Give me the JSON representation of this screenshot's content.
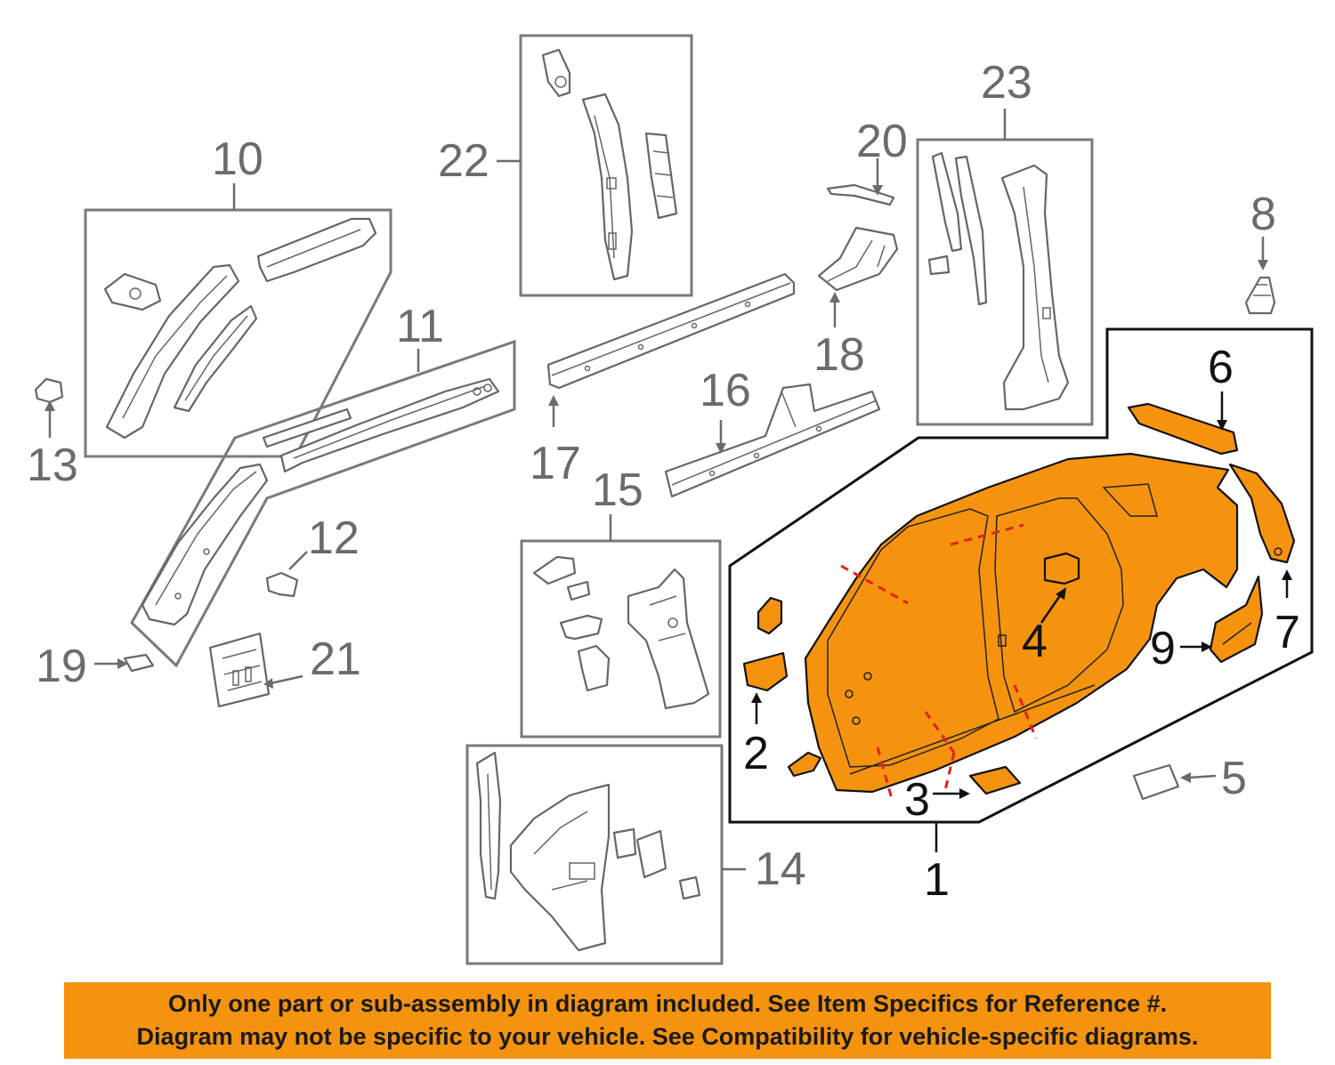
{
  "callouts": {
    "c1": "1",
    "c2": "2",
    "c3": "3",
    "c4": "4",
    "c5": "5",
    "c6": "6",
    "c7": "7",
    "c8": "8",
    "c9": "9",
    "c10": "10",
    "c11": "11",
    "c12": "12",
    "c13": "13",
    "c14": "14",
    "c15": "15",
    "c16": "16",
    "c17": "17",
    "c18": "18",
    "c19": "19",
    "c20": "20",
    "c21": "21",
    "c22": "22",
    "c23": "23"
  },
  "banner": {
    "line1": "Only one part or sub-assembly in diagram included. See Item Specifics for Reference #.",
    "line2": "Diagram may not be specific to your vehicle. See Compatibility for vehicle-specific diagrams."
  },
  "colors": {
    "highlight": "#f5930f",
    "cut_line": "#e0241b",
    "line": "#666666"
  }
}
